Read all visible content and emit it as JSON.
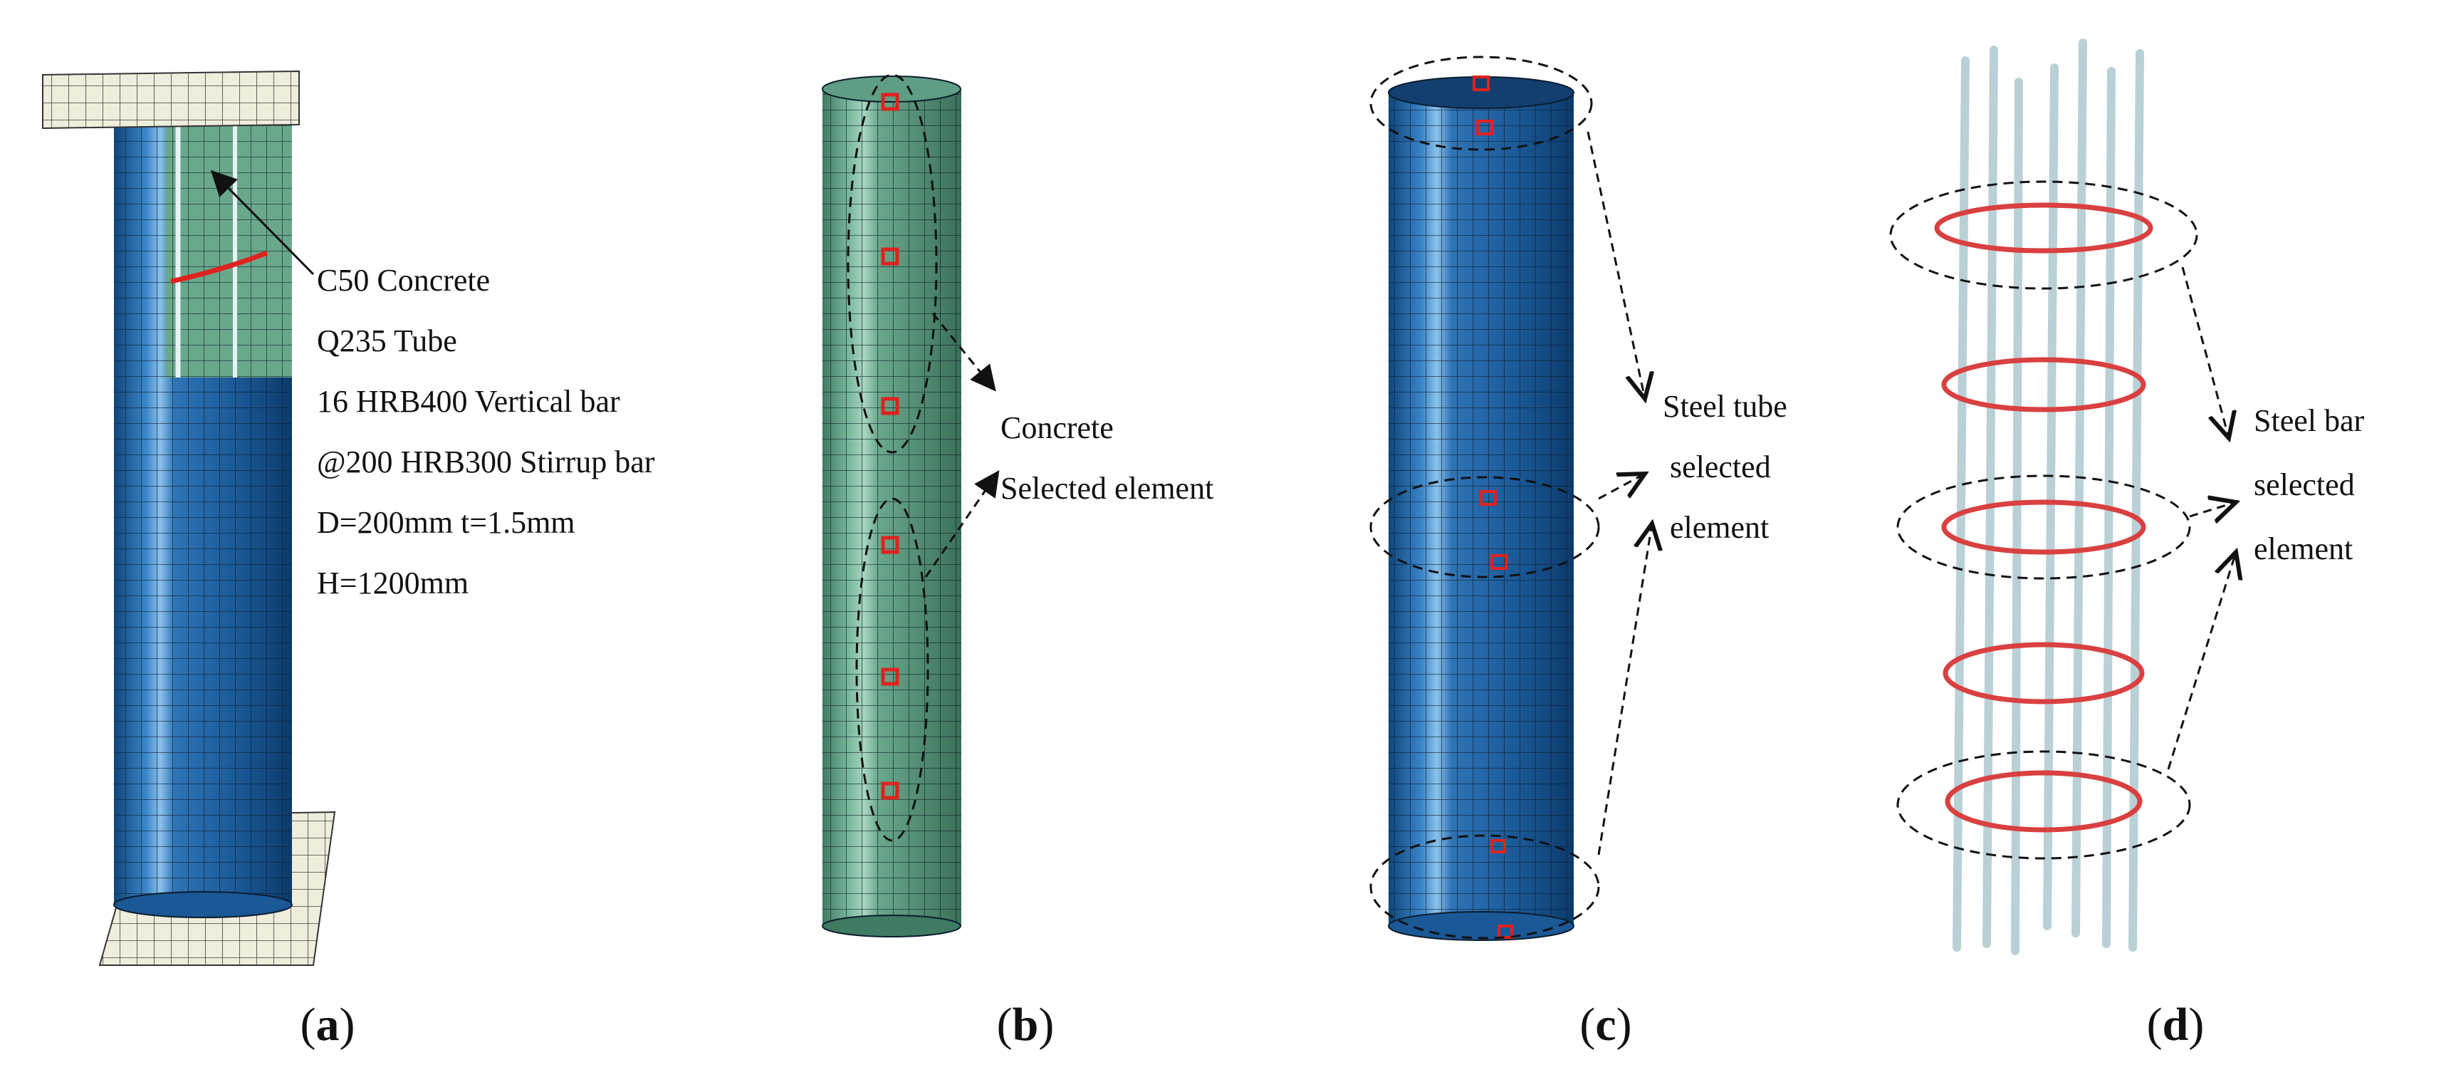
{
  "panels": {
    "a": {
      "label": "a",
      "annotations": [
        "C50 Concrete",
        "Q235 Tube",
        "16 HRB400 Vertical bar",
        "@200 HRB300 Stirrup bar",
        "D=200mm t=1.5mm",
        "H=1200mm"
      ]
    },
    "b": {
      "label": "b",
      "annotations": [
        "Concrete",
        "Selected element"
      ]
    },
    "c": {
      "label": "c",
      "annotations": [
        "Steel tube",
        "selected",
        "element"
      ]
    },
    "d": {
      "label": "d",
      "annotations": [
        "Steel bar",
        "selected",
        "element"
      ]
    }
  },
  "colors": {
    "steel_tube": "#1e5fa0",
    "concrete": "#5f9e84",
    "plate": "#efeedd",
    "stirrup": "#d94040",
    "rebar": "#b9d0d6",
    "marker": "#e0221e",
    "mesh": "#0c1d2e"
  }
}
